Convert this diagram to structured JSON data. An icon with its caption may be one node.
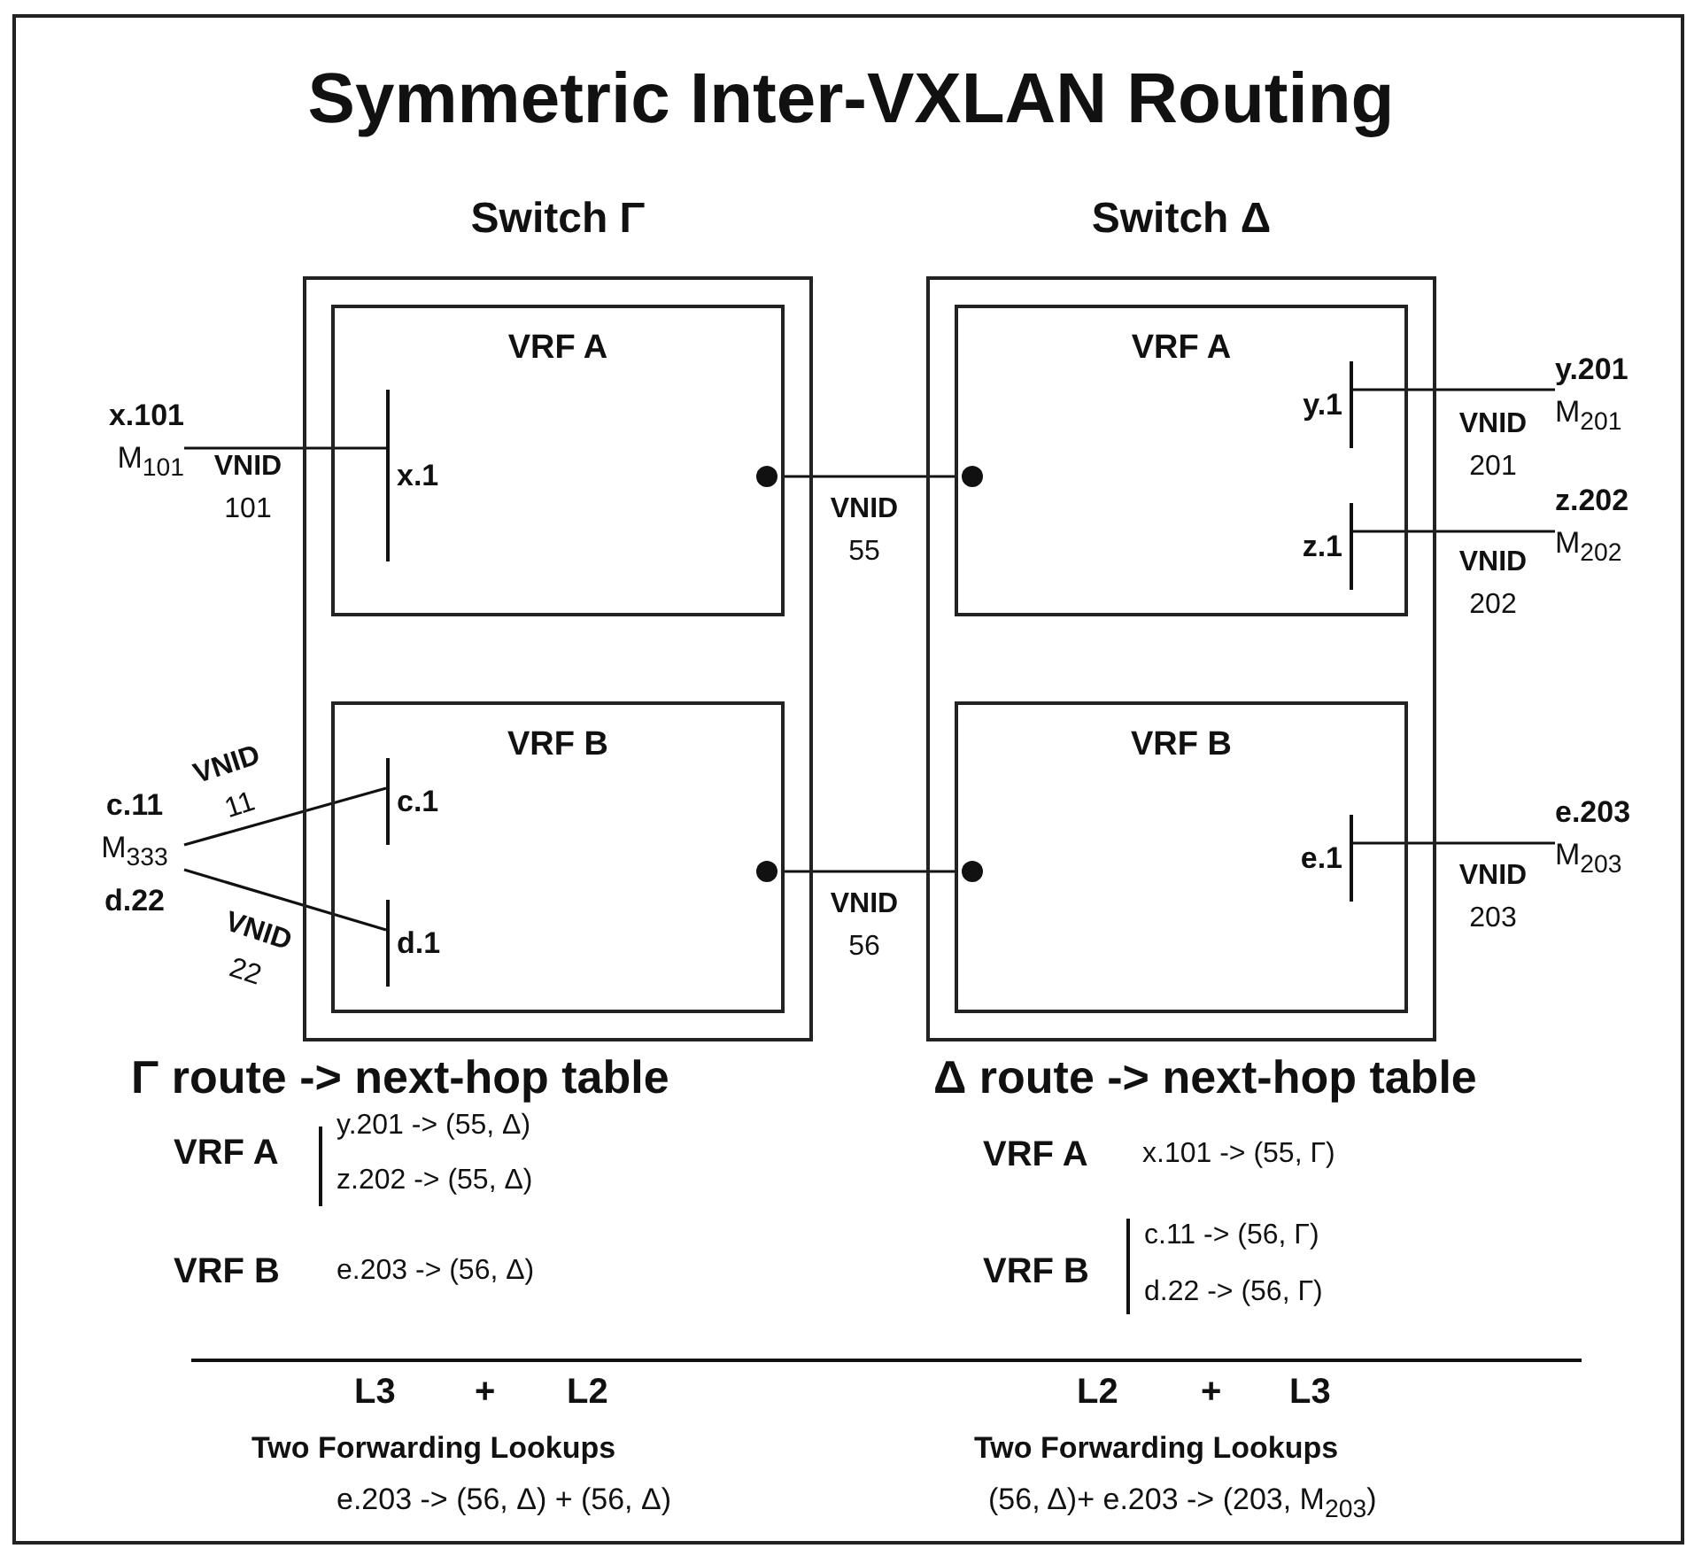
{
  "diagram": {
    "title": "Symmetric Inter-VXLAN Routing",
    "nodes": [
      {
        "text": [
          "Switch Γ"
        ]
      },
      {
        "text": [
          "VRF A"
        ],
        "in": 0
      },
      {
        "text": [
          "VRF B"
        ],
        "in": 0
      },
      {
        "text": [
          "Switch Δ"
        ]
      },
      {
        "text": [
          "VRF A"
        ],
        "in": 3
      },
      {
        "text": [
          "VRF B"
        ],
        "in": 3
      },
      {
        "text": [
          "x.1"
        ],
        "in": 1
      },
      {
        "text": [
          "c.1"
        ],
        "in": 2
      },
      {
        "text": [
          "d.1"
        ],
        "in": 2
      },
      {
        "text": [
          "y.1"
        ],
        "in": 4
      },
      {
        "text": [
          "z.1"
        ],
        "in": 4
      },
      {
        "text": [
          "e.1"
        ],
        "in": 5
      },
      {
        "text": [
          "x.101",
          "M$_{101}$"
        ]
      },
      {
        "text": [
          "c.11",
          "M$_{333}$",
          "d.22"
        ]
      },
      {
        "text": [
          "y.201",
          "M$_{201}$"
        ]
      },
      {
        "text": [
          "z.202",
          "M$_{202}$"
        ]
      },
      {
        "text": [
          "e.203",
          "M$_{203}$"
        ]
      }
    ],
    "edges": [
      {
        "from": 12,
        "to": 6,
        "arrow": "none",
        "label": "**VNID** 101"
      },
      {
        "from": 13,
        "to": 7,
        "arrow": "none",
        "label": "**VNID** 11"
      },
      {
        "from": 13,
        "to": 8,
        "arrow": "none",
        "label": "**VNID** 22"
      },
      {
        "from": 1,
        "to": 4,
        "arrow": "other",
        "label": "**VNID** 55"
      },
      {
        "from": 2,
        "to": 5,
        "arrow": "other",
        "label": "**VNID** 56"
      },
      {
        "from": 9,
        "to": 14,
        "arrow": "none",
        "label": "**VNID** 201"
      },
      {
        "from": 10,
        "to": 15,
        "arrow": "none",
        "label": "**VNID** 202"
      },
      {
        "from": 11,
        "to": 16,
        "arrow": "none",
        "label": "**VNID** 203"
      }
    ],
    "labels": [
      "Γ route -> next-hop table",
      "VRF A",
      "y.201 -> (55, Δ)",
      "z.202 -> (55, Δ)",
      "VRF B",
      "e.203 -> (56, Δ)",
      "Δ route -> next-hop table",
      "VRF A",
      "x.101 -> (55, Γ)",
      "VRF B",
      "c.11 -> (56, Γ)",
      "d.22 -> (56, Γ)",
      "L3",
      "+",
      "L2",
      "Two Forwarding Lookups",
      "e.203 -> (56, Δ) + (56, Δ)",
      "L2",
      "+",
      "L3",
      "Two Forwarding Lookups",
      "(56, Δ)+ e.203 -> (203, M$_{203}$)"
    ]
  }
}
